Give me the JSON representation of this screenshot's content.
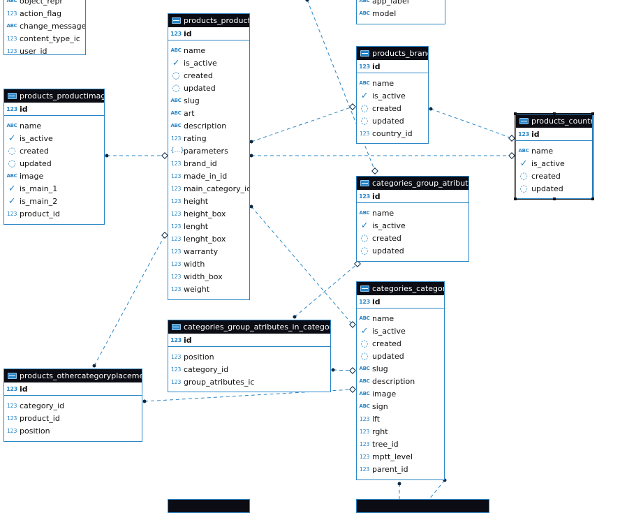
{
  "tables": [
    {
      "id": "t_admin_log",
      "title": "",
      "selected": false,
      "columns": [
        {
          "name": "object_repr",
          "type": "abc"
        },
        {
          "name": "action_flag",
          "type": "num"
        },
        {
          "name": "change_message",
          "type": "abc"
        },
        {
          "name": "content_type_ic",
          "type": "num"
        },
        {
          "name": "user_id",
          "type": "num"
        }
      ]
    },
    {
      "id": "t_content_type",
      "title": "",
      "selected": false,
      "columns": [
        {
          "name": "app_label",
          "type": "abc"
        },
        {
          "name": "model",
          "type": "abc"
        }
      ]
    },
    {
      "id": "t_products_product",
      "title": "products_product",
      "selected": false,
      "columns": [
        {
          "name": "id",
          "type": "num",
          "pk": true
        },
        {
          "name": "name",
          "type": "abc"
        },
        {
          "name": "is_active",
          "type": "bool"
        },
        {
          "name": "created",
          "type": "time"
        },
        {
          "name": "updated",
          "type": "time"
        },
        {
          "name": "slug",
          "type": "abc"
        },
        {
          "name": "art",
          "type": "abc"
        },
        {
          "name": "description",
          "type": "abc"
        },
        {
          "name": "rating",
          "type": "num"
        },
        {
          "name": "parameters",
          "type": "json"
        },
        {
          "name": "brand_id",
          "type": "num"
        },
        {
          "name": "made_in_id",
          "type": "num"
        },
        {
          "name": "main_category_id",
          "type": "num"
        },
        {
          "name": "height",
          "type": "num"
        },
        {
          "name": "height_box",
          "type": "num"
        },
        {
          "name": "lenght",
          "type": "num"
        },
        {
          "name": "lenght_box",
          "type": "num"
        },
        {
          "name": "warranty",
          "type": "num"
        },
        {
          "name": "width",
          "type": "num"
        },
        {
          "name": "width_box",
          "type": "num"
        },
        {
          "name": "weight",
          "type": "num"
        }
      ]
    },
    {
      "id": "t_products_brand",
      "title": "products_brand",
      "selected": false,
      "columns": [
        {
          "name": "id",
          "type": "num",
          "pk": true
        },
        {
          "name": "name",
          "type": "abc"
        },
        {
          "name": "is_active",
          "type": "bool"
        },
        {
          "name": "created",
          "type": "time"
        },
        {
          "name": "updated",
          "type": "time"
        },
        {
          "name": "country_id",
          "type": "num"
        }
      ]
    },
    {
      "id": "t_products_productimage",
      "title": "products_productimage",
      "selected": false,
      "columns": [
        {
          "name": "id",
          "type": "num",
          "pk": true
        },
        {
          "name": "name",
          "type": "abc"
        },
        {
          "name": "is_active",
          "type": "bool"
        },
        {
          "name": "created",
          "type": "time"
        },
        {
          "name": "updated",
          "type": "time"
        },
        {
          "name": "image",
          "type": "abc"
        },
        {
          "name": "is_main_1",
          "type": "bool"
        },
        {
          "name": "is_main_2",
          "type": "bool"
        },
        {
          "name": "product_id",
          "type": "num"
        }
      ]
    },
    {
      "id": "t_products_country",
      "title": "products_country",
      "selected": true,
      "columns": [
        {
          "name": "id",
          "type": "num",
          "pk": true
        },
        {
          "name": "name",
          "type": "abc"
        },
        {
          "name": "is_active",
          "type": "bool"
        },
        {
          "name": "created",
          "type": "time"
        },
        {
          "name": "updated",
          "type": "time"
        }
      ]
    },
    {
      "id": "t_categories_group_atributes",
      "title": "categories_group_atributes",
      "selected": false,
      "columns": [
        {
          "name": "id",
          "type": "num",
          "pk": true
        },
        {
          "name": "name",
          "type": "abc"
        },
        {
          "name": "is_active",
          "type": "bool"
        },
        {
          "name": "created",
          "type": "time"
        },
        {
          "name": "updated",
          "type": "time"
        }
      ]
    },
    {
      "id": "t_categories_category",
      "title": "categories_category",
      "selected": false,
      "columns": [
        {
          "name": "id",
          "type": "num",
          "pk": true
        },
        {
          "name": "name",
          "type": "abc"
        },
        {
          "name": "is_active",
          "type": "bool"
        },
        {
          "name": "created",
          "type": "time"
        },
        {
          "name": "updated",
          "type": "time"
        },
        {
          "name": "slug",
          "type": "abc"
        },
        {
          "name": "description",
          "type": "abc"
        },
        {
          "name": "image",
          "type": "abc"
        },
        {
          "name": "sign",
          "type": "abc"
        },
        {
          "name": "lft",
          "type": "num"
        },
        {
          "name": "rght",
          "type": "num"
        },
        {
          "name": "tree_id",
          "type": "num"
        },
        {
          "name": "mptt_level",
          "type": "num"
        },
        {
          "name": "parent_id",
          "type": "num"
        }
      ]
    },
    {
      "id": "t_categories_gaic",
      "title": "categories_group_atributes_in_categories",
      "selected": false,
      "columns": [
        {
          "name": "id",
          "type": "num",
          "pk": true
        },
        {
          "name": "position",
          "type": "num"
        },
        {
          "name": "category_id",
          "type": "num"
        },
        {
          "name": "group_atributes_ic",
          "type": "num"
        }
      ]
    },
    {
      "id": "t_products_ocp",
      "title": "products_othercategoryplacement",
      "selected": false,
      "columns": [
        {
          "name": "id",
          "type": "num",
          "pk": true
        },
        {
          "name": "category_id",
          "type": "num"
        },
        {
          "name": "product_id",
          "type": "num"
        },
        {
          "name": "position",
          "type": "num"
        }
      ]
    },
    {
      "id": "t_bottom_left",
      "title": "",
      "selected": false,
      "columns": []
    },
    {
      "id": "t_bottom_right",
      "title": "",
      "selected": false,
      "columns": []
    }
  ],
  "type_icons": {
    "num": {
      "glyph": "123",
      "name": "numeric-type-icon"
    },
    "abc": {
      "glyph": "ABC",
      "name": "text-type-icon"
    },
    "bool": {
      "glyph": "✓",
      "name": "boolean-check-icon"
    },
    "time": {
      "glyph": "◌",
      "name": "timestamp-clock-icon"
    },
    "json": {
      "glyph": "{…}",
      "name": "json-type-icon"
    }
  },
  "colors": {
    "border": "#2a86c6",
    "header_bg": "#0c0c14",
    "link": "#2a86c6",
    "endpoint": "#0b2a45"
  }
}
